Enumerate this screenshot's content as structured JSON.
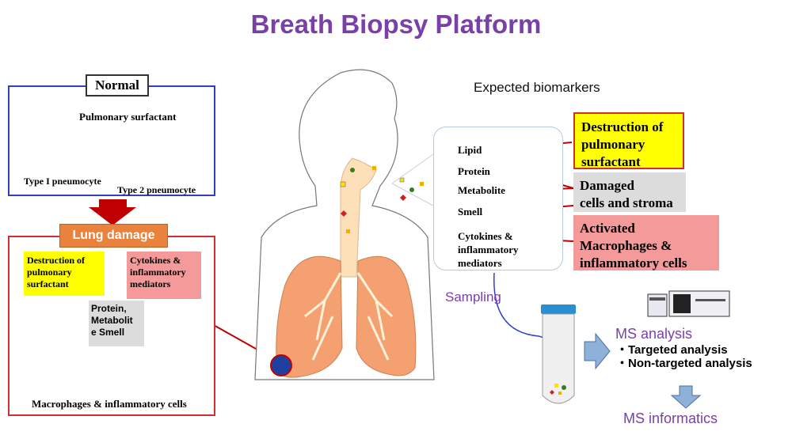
{
  "title": "Breath Biopsy Platform",
  "normal_panel": {
    "label": "Normal",
    "pulmonary_surfactant": "Pulmonary surfactant",
    "type1": "Type I pneumocyte",
    "type2": "Type 2 pneumocyte"
  },
  "damage_panel": {
    "label": "Lung damage",
    "destruction_line1": "Destruction of",
    "destruction_line2": "pulmonary",
    "destruction_line3": "surfactant",
    "cytokines_line1": "Cytokines &",
    "cytokines_line2": "inflammatory",
    "cytokines_line3": "mediators",
    "protein_line1": "Protein,",
    "protein_line2": "Metabolit",
    "protein_line3": "e Smell",
    "macrophages": "Macrophages &  inflammatory cells"
  },
  "biomarkers": {
    "heading": "Expected biomarkers",
    "items": [
      {
        "label": "Lipid"
      },
      {
        "label": "Protein"
      },
      {
        "label": "Metabolite"
      },
      {
        "label": "Smell"
      },
      {
        "label": "Cytokines &"
      }
    ],
    "cytokines_line2": "inflammatory",
    "cytokines_line3": "mediators"
  },
  "right_boxes": {
    "destruction_line1": "Destruction of",
    "destruction_line2": "pulmonary",
    "destruction_line3": "surfactant",
    "damaged_line1": "Damaged",
    "damaged_line2": "cells and stroma",
    "activated_line1": "Activated",
    "activated_line2": "Macrophages &",
    "activated_line3": "inflammatory cells"
  },
  "sampling": "Sampling",
  "ms": {
    "analysis": "MS analysis",
    "targeted": "・Targeted analysis",
    "nontargeted": "・Non-targeted analysis",
    "informatics": "MS informatics"
  },
  "colors": {
    "title": "#7b3fa8",
    "arrow_red": "#c00000",
    "yellow": "#ffff00",
    "pink": "#f49a9a",
    "grey": "#dcdcdc",
    "lung": "#f4a070",
    "ms_arrow": "#8fb0d8"
  }
}
